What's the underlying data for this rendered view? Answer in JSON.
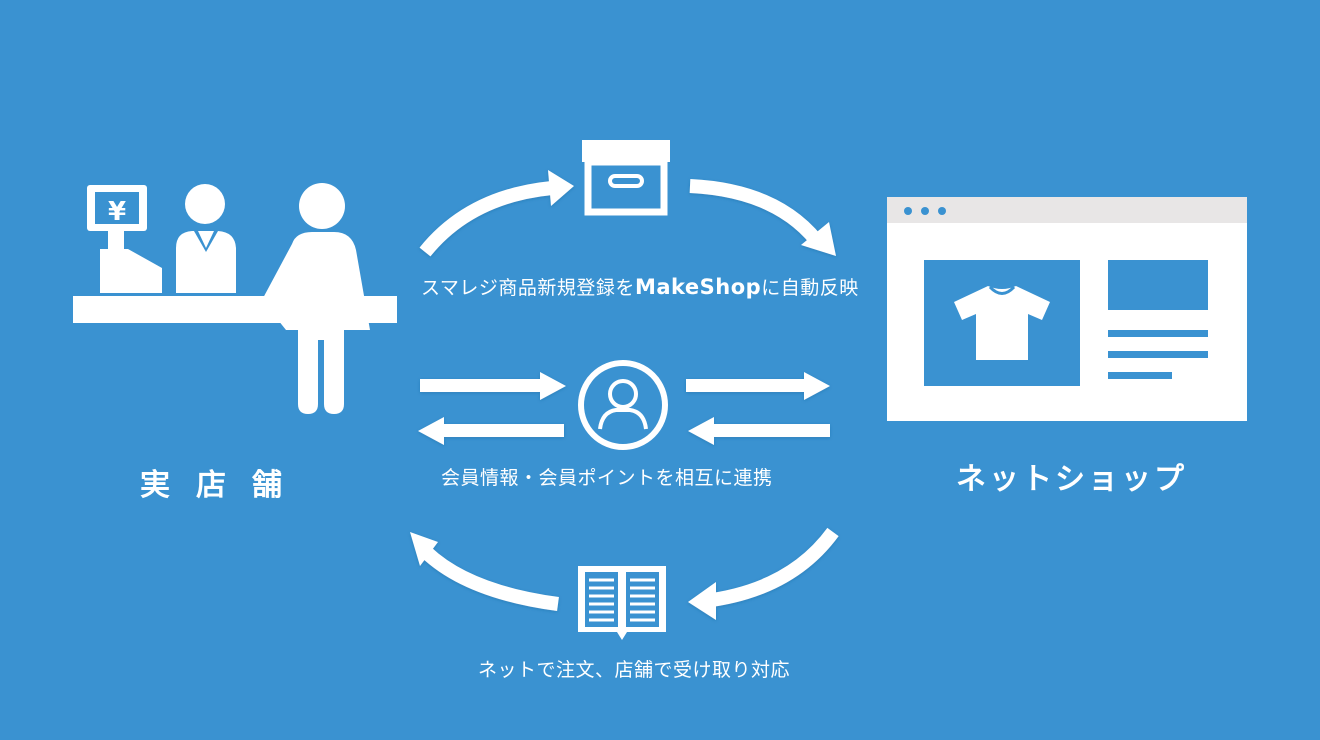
{
  "nodes": {
    "store": {
      "label": "実店舗",
      "icon": "cashier-counter-icon",
      "currency_symbol": "¥"
    },
    "online_shop": {
      "label": "ネットショップ",
      "icon": "web-store-browser-icon"
    }
  },
  "flows": {
    "product_sync": {
      "text_before": "スマレジ商品新規登録を",
      "brand": "MakeShop",
      "text_after": "に自動反映",
      "icon": "archive-box-icon",
      "direction": "store-to-online"
    },
    "member_sync": {
      "text": "会員情報・会員ポイントを相互に連携",
      "icon": "member-user-icon",
      "direction": "bidirectional"
    },
    "order_pickup": {
      "text": "ネットで注文、店舗で受け取り対応",
      "icon": "open-book-icon",
      "direction": "online-to-store"
    }
  },
  "colors": {
    "background": "#3a92d1",
    "foreground": "#ffffff",
    "browser_chrome": "#e8e6e6"
  }
}
